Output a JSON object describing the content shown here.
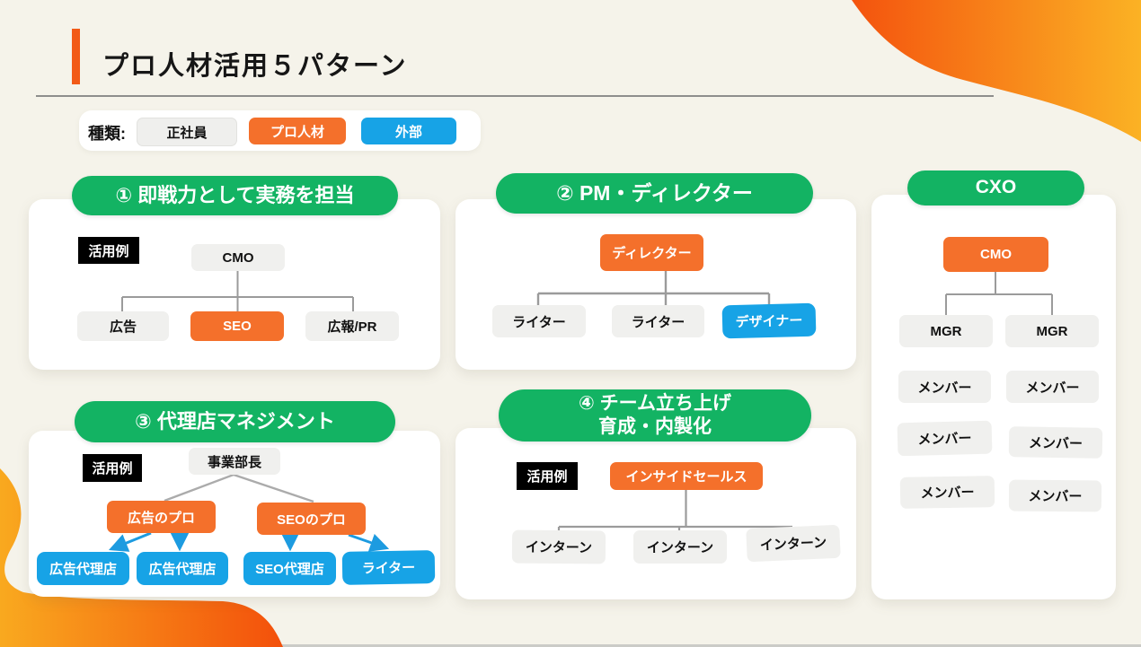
{
  "page": {
    "title": "プロ人材活用５パターン"
  },
  "legend": {
    "label": "種類:",
    "items": [
      {
        "label": "正社員",
        "type": "gray"
      },
      {
        "label": "プロ人材",
        "type": "orange"
      },
      {
        "label": "外部",
        "type": "blue"
      }
    ]
  },
  "colors": {
    "background": "#F5F3EA",
    "green_header": "#13B363",
    "orange_node": "#F4702B",
    "blue_node": "#17A3E6",
    "gray_node": "#F0F0EE",
    "black_tag": "#000000",
    "accent_bar": "#F25A17",
    "connector_gray": "#9B9B9B",
    "arrow_blue": "#1D9BE0",
    "deco_gradient_dark": "#F4530E",
    "deco_gradient_light": "#FBB224"
  },
  "cards": {
    "pattern1": {
      "header": "① 即戦力として実務を担当",
      "example_label": "活用例",
      "root": "CMO",
      "children": [
        "広告",
        "SEO",
        "広報/PR"
      ]
    },
    "pattern2": {
      "header": "② PM・ディレクター",
      "root": "ディレクター",
      "children": [
        "ライター",
        "ライター",
        "デザイナー"
      ]
    },
    "pattern3": {
      "header": "③ 代理店マネジメント",
      "example_label": "活用例",
      "root": "事業部長",
      "pros": [
        "広告のプロ",
        "SEOのプロ"
      ],
      "leaves": [
        "広告代理店",
        "広告代理店",
        "SEO代理店",
        "ライター"
      ]
    },
    "pattern4": {
      "header_line1": "④ チーム立ち上げ",
      "header_line2": "育成・内製化",
      "example_label": "活用例",
      "root": "インサイドセールス",
      "children": [
        "インターン",
        "インターン",
        "インターン"
      ]
    },
    "pattern5": {
      "header": "CXO",
      "root": "CMO",
      "managers": [
        "MGR",
        "MGR"
      ],
      "members": [
        "メンバー",
        "メンバー",
        "メンバー",
        "メンバー",
        "メンバー",
        "メンバー"
      ]
    }
  }
}
